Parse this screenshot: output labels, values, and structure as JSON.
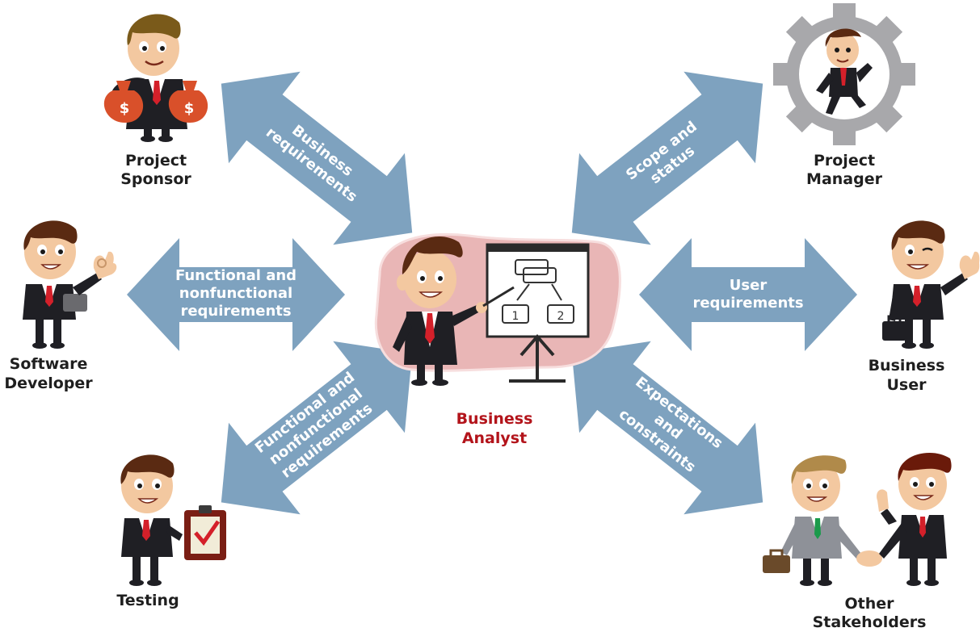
{
  "colors": {
    "arrow": "#7ea2bf",
    "arrow_text": "#ffffff",
    "analyst_label": "#b3141b",
    "label": "#1f1f1f",
    "blob": "#e9b6b6",
    "suit": "#1f1f24",
    "tie": "#d4202a",
    "hair": "#5a2a12",
    "skin": "#f3c8a0"
  },
  "center": {
    "label_line1": "Business",
    "label_line2": "Analyst",
    "board_boxes": [
      "1",
      "2"
    ]
  },
  "stakeholders": {
    "project_sponsor": {
      "line1": "Project",
      "line2": "Sponsor"
    },
    "project_manager": {
      "line1": "Project",
      "line2": "Manager"
    },
    "software_developer": {
      "line1": "Software",
      "line2": "Developer"
    },
    "business_user": {
      "line1": "Business",
      "line2": "User"
    },
    "testing": {
      "line1": "Testing"
    },
    "other_stakeholders": {
      "line1": "Other",
      "line2": "Stakeholders"
    }
  },
  "arrows": {
    "sponsor": {
      "line1": "Business",
      "line2": "requirements"
    },
    "manager": {
      "line1": "Scope and",
      "line2": "status"
    },
    "developer": {
      "line1": "Functional and",
      "line2": "nonfunctional",
      "line3": "requirements"
    },
    "user": {
      "line1": "User",
      "line2": "requirements"
    },
    "testing": {
      "line1": "Functional and",
      "line2": "nonfunctional",
      "line3": "requirements"
    },
    "stakeholders": {
      "line1": "Expectations",
      "line2": "and",
      "line3": "constraints"
    }
  },
  "icons": {
    "money_bag_symbol": "$"
  }
}
